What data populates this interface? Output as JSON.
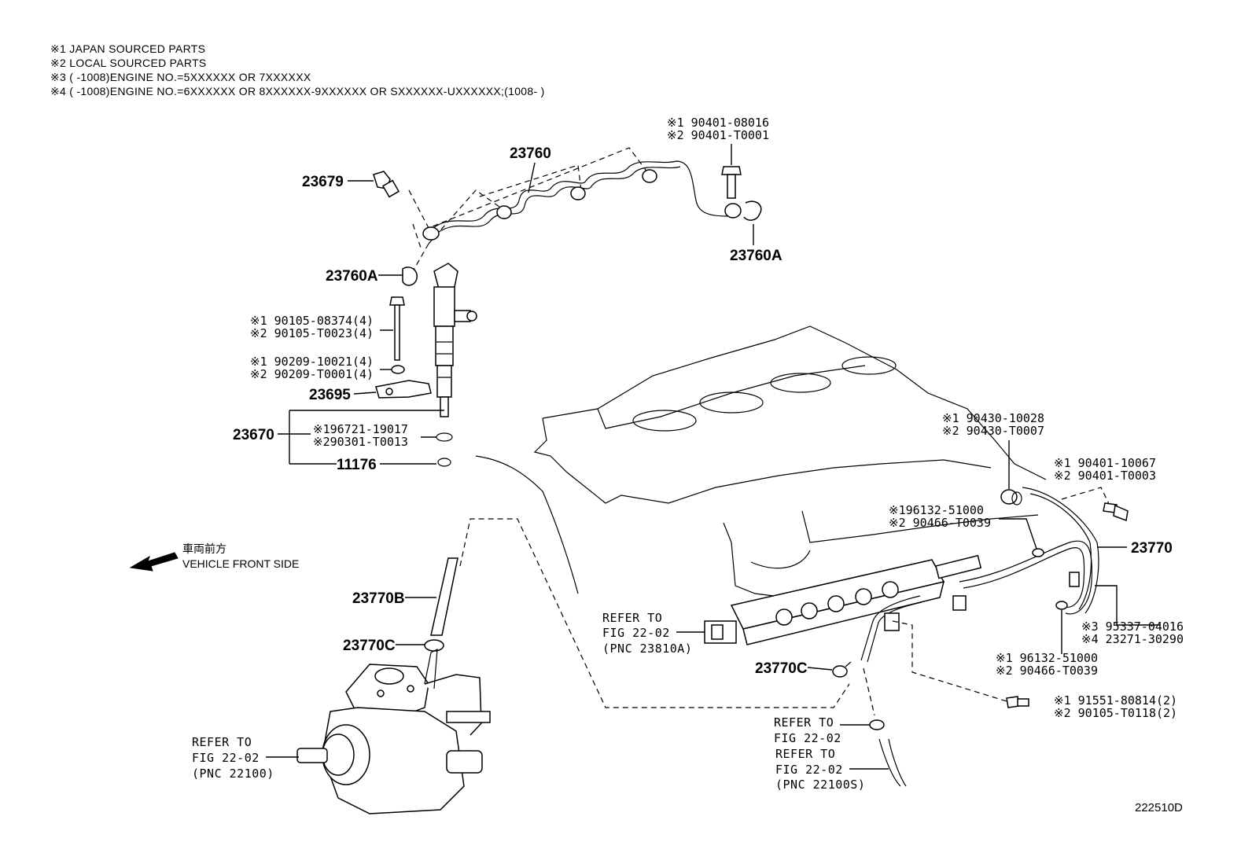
{
  "notes": [
    "※1 JAPAN SOURCED PARTS",
    "※2 LOCAL SOURCED PARTS",
    "※3 (        -1008)ENGINE NO.=5XXXXXX OR 7XXXXXX",
    "※4 (        -1008)ENGINE NO.=6XXXXXX OR 8XXXXXX-9XXXXXX OR SXXXXXX-UXXXXXX;(1008-        )"
  ],
  "parts": {
    "p23760": "23760",
    "p23679": "23679",
    "p23760a_top": "23760A",
    "p23760a_left": "23760A",
    "p23695": "23695",
    "p23670": "23670",
    "p11176": "11176",
    "p23770": "23770",
    "p23770b": "23770B",
    "p23770c_left": "23770C",
    "p23770c_mid": "23770C"
  },
  "callouts": {
    "bolt_top_1": "※1 90401-08016",
    "bolt_top_2": "※2 90401-T0001",
    "bolt_inj_1": "※1 90105-08374(4)",
    "bolt_inj_2": "※2 90105-T0023(4)",
    "washer_1": "※1 90209-10021(4)",
    "washer_2": "※2 90209-T0001(4)",
    "oring_1": "※196721-19017",
    "oring_2": "※290301-T0013",
    "gasket_1": "※1 90430-10028",
    "gasket_2": "※2 90430-T0007",
    "bolt_rail_1": "※1 90401-10067",
    "bolt_rail_2": "※2 90401-T0003",
    "clip_a_1": "※196132-51000",
    "clip_a_2": "※2 90466-T0039",
    "clip_b_1": "※3 95337-04016",
    "clip_b_2": "※4 23271-30290",
    "clip_c_1": "※1 96132-51000",
    "clip_c_2": "※2 90466-T0039",
    "bolt_bot_1": "※1 91551-80814(2)",
    "bolt_bot_2": "※2 90105-T0118(2)"
  },
  "refs": {
    "rail_1": "REFER TO",
    "rail_2": "FIG 22-02",
    "rail_3": "(PNC 23810A)",
    "pump_1": "REFER TO",
    "pump_2": "FIG 22-02",
    "pump_3": "(PNC 22100)",
    "hose_a1": "REFER TO",
    "hose_a2": "FIG 22-02",
    "hose_b1": "REFER TO",
    "hose_b2": "FIG 22-02",
    "hose_b3": "(PNC 22100S)"
  },
  "front": {
    "jp": "車両前方",
    "en": "VEHICLE FRONT SIDE"
  },
  "figure_id": "222510D"
}
